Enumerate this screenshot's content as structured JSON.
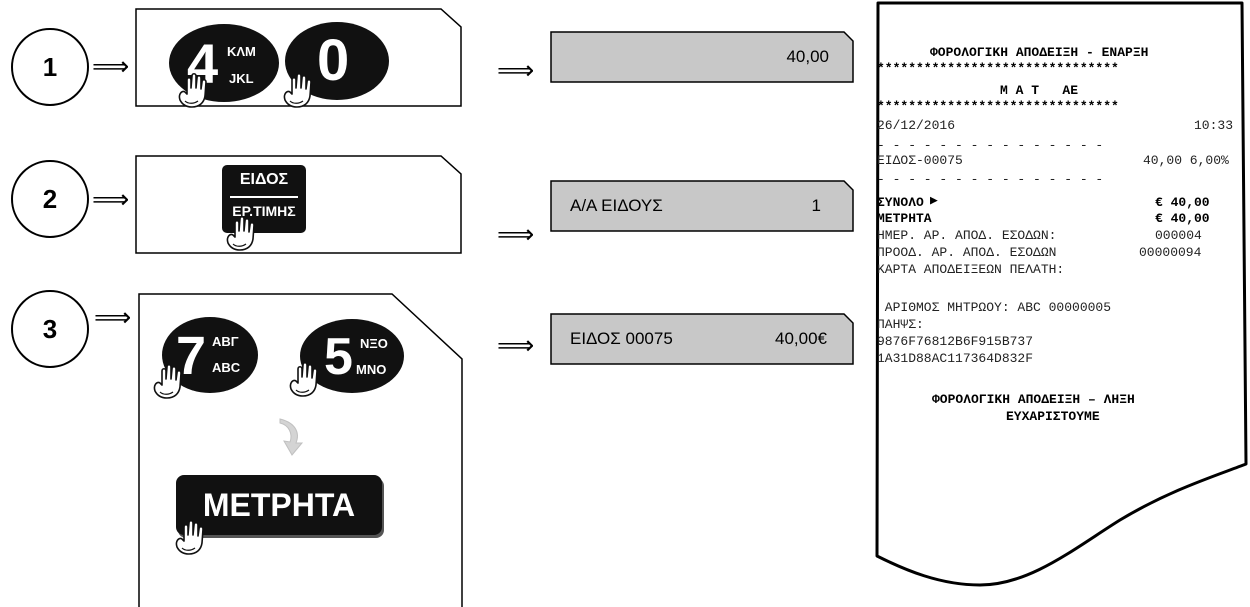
{
  "steps": [
    {
      "number": "1"
    },
    {
      "number": "2"
    },
    {
      "number": "3"
    }
  ],
  "arrow_glyph": "⟹",
  "step1": {
    "key_4": {
      "digit": "4",
      "sup": "ΚΛΜ",
      "sub": "JKL"
    },
    "key_0": {
      "digit": "0"
    }
  },
  "step2": {
    "key_item": {
      "top": "ΕΙΔΟΣ",
      "bottom": "ΕΡ.ΤΙΜΗΣ"
    }
  },
  "step3": {
    "key_7": {
      "digit": "7",
      "sup": "ΑΒΓ",
      "sub": "ABC"
    },
    "key_5": {
      "digit": "5",
      "sup": "ΝΞΟ",
      "sub": "MNO"
    },
    "key_cash": {
      "label": "ΜΕΤΡΗΤΑ"
    }
  },
  "displays": [
    {
      "left": "",
      "right": "40,00"
    },
    {
      "left": "Α/Α ΕΙΔΟΥΣ",
      "right": "1"
    },
    {
      "left": "ΕΙΔΟΣ 00075",
      "right": "40,00€"
    }
  ],
  "receipt": {
    "header": "ΦΟΡΟΛΟΓΙΚΗ ΑΠΟΔΕΙΞΗ - ΕΝΑΡΞΗ",
    "stars": "*******************************",
    "company": "Μ Α Τ   ΑΕ",
    "date": "26/12/2016",
    "time": "10:33",
    "dashes": "- - - - - - - - - - - - - - -",
    "item_code": "ΕΙΔΟΣ-00075",
    "item_amount": "40,00 6,00%",
    "total_label": "ΣΥΝΟΛΟ",
    "total_marker": "▶",
    "total_value": "€ 40,00",
    "cash_label": "ΜΕΤΡΗΤΑ",
    "cash_value": "€ 40,00",
    "line_daily_label": "ΗΜΕΡ. ΑΡ. ΑΠΟΔ. ΕΣΟΔΩΝ:",
    "line_daily_value": "000004",
    "line_cumul_label": "ΠΡΟΟΔ. ΑΡ. ΑΠΟΔ. ΕΣΟΔΩΝ",
    "line_cumul_value": "00000094",
    "line_card": "ΚΑΡΤΑ ΑΠΟΔΕΙΞΕΩΝ ΠΕΛΑΤΗ:",
    "register": " ΑΡΙΘΜΟΣ ΜΗΤΡΩΟΥ: ABC 00000005",
    "sign_label": "ΠΑΗΨΣ:",
    "sign_line1": "9876F76812B6F915B737",
    "sign_line2": "1A31D88AC117364D832F",
    "footer1": "ΦΟΡΟΛΟΓΙΚΗ ΑΠΟΔΕΙΞΗ – ΛΗΞΗ",
    "footer2": "ΕΥΧΑΡΙΣΤΟΥΜΕ"
  },
  "colors": {
    "key_fill": "#111111",
    "lcd_fill": "#c8c8c8",
    "curved_arrow": "#d4d4d4"
  }
}
